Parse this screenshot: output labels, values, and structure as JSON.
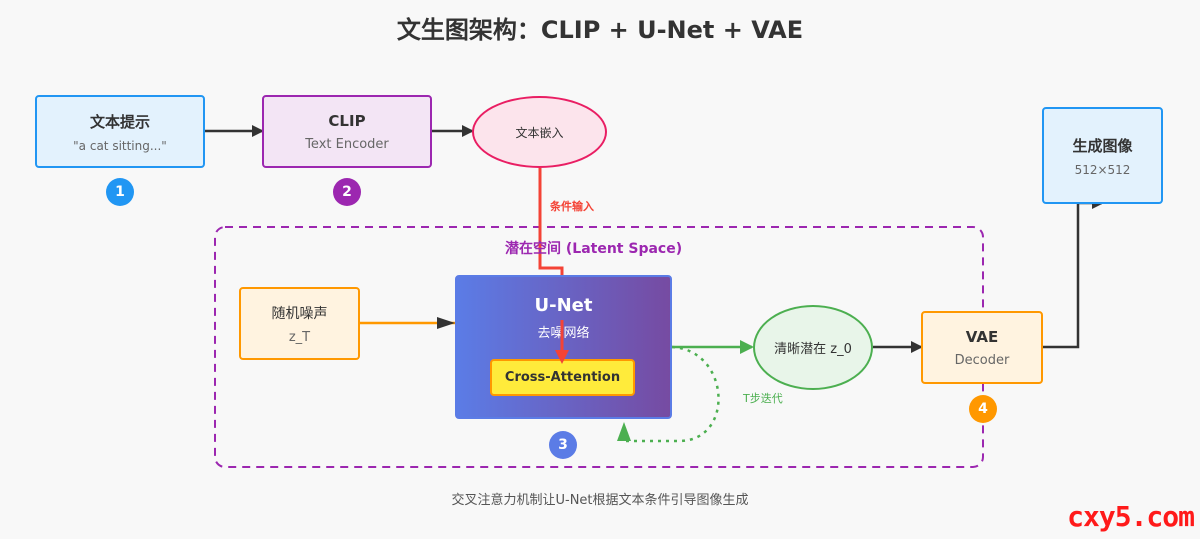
{
  "title": "文生图架构：CLIP + U-Net + VAE",
  "caption": "交叉注意力机制让U-Net根据文本条件引导图像生成",
  "watermark": "cxy5.com",
  "nodes": {
    "text_prompt": {
      "title": "文本提示",
      "subtitle": "\"a cat sitting...\""
    },
    "clip": {
      "title": "CLIP",
      "subtitle": "Text Encoder"
    },
    "text_embedding": {
      "title": "文本嵌入"
    },
    "generated_image": {
      "title": "生成图像",
      "subtitle": "512×512"
    },
    "random_noise": {
      "title": "随机噪声",
      "subtitle": "z_T"
    },
    "unet": {
      "title": "U-Net",
      "subtitle": "去噪网络"
    },
    "cross_attention": {
      "title": "Cross-Attention"
    },
    "clean_latent": {
      "title": "清晰潜在 z_0"
    },
    "vae": {
      "title": "VAE",
      "subtitle": "Decoder"
    }
  },
  "latent_space_label": "潜在空间 (Latent Space)",
  "edge_labels": {
    "condition_input": "条件输入",
    "t_steps": "T步迭代"
  },
  "step_numbers": [
    "1",
    "2",
    "3",
    "4"
  ],
  "colors": {
    "blue": "#2196f3",
    "purple": "#9c27b0",
    "pink": "#e91e63",
    "orange": "#ff9800",
    "green": "#4caf50",
    "red": "#f44336",
    "yellow": "#ffeb3b",
    "unet_start": "#5b7ce6",
    "unet_end": "#764ba2"
  }
}
